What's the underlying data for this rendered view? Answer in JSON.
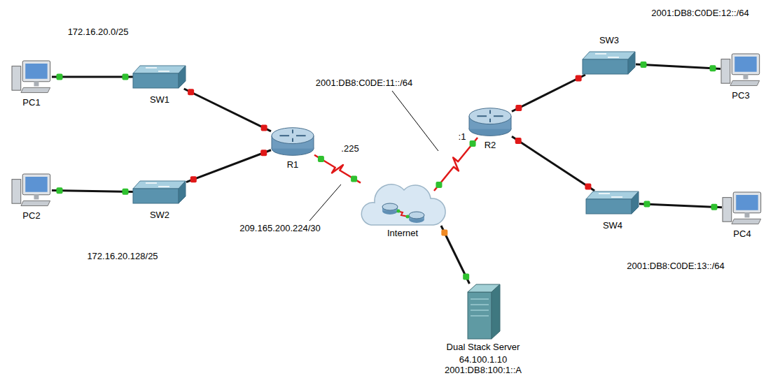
{
  "diagram": {
    "nodes": [
      {
        "text": [
          "PC1"
        ]
      },
      {
        "text": [
          "SW1"
        ]
      },
      {
        "text": [
          "PC2"
        ]
      },
      {
        "text": [
          "SW2"
        ]
      },
      {
        "text": [
          "R1"
        ]
      },
      {
        "text": [
          "Internet"
        ]
      },
      {
        "text": [
          "R2"
        ]
      },
      {
        "text": [
          "SW3"
        ]
      },
      {
        "text": [
          "PC3"
        ]
      },
      {
        "text": [
          "SW4"
        ]
      },
      {
        "text": [
          "PC4"
        ]
      },
      {
        "text": [
          "Dual Stack Server"
        ]
      }
    ],
    "edges": [
      {
        "from": 0,
        "to": 1,
        "arrow": "none"
      },
      {
        "from": 1,
        "to": 4,
        "arrow": "none"
      },
      {
        "from": 2,
        "to": 3,
        "arrow": "none"
      },
      {
        "from": 3,
        "to": 4,
        "arrow": "none"
      },
      {
        "from": 4,
        "to": 5,
        "arrow": "none"
      },
      {
        "from": 5,
        "to": 6,
        "arrow": "none"
      },
      {
        "from": 6,
        "to": 7,
        "arrow": "none"
      },
      {
        "from": 7,
        "to": 8,
        "arrow": "none"
      },
      {
        "from": 6,
        "to": 9,
        "arrow": "none"
      },
      {
        "from": 9,
        "to": 10,
        "arrow": "none"
      },
      {
        "from": 5,
        "to": 11,
        "arrow": "none"
      }
    ],
    "labels": [
      "172.16.20.0/25",
      "2001:DB8:C0DE:12::/64",
      "2001:DB8:C0DE:11::/64",
      ".225",
      ":1",
      "209.165.200.224/30",
      "172.16.20.128/25",
      "2001:DB8:C0DE:13::/64",
      "64.100.1.10",
      "2001:DB8:100:1::A"
    ]
  }
}
